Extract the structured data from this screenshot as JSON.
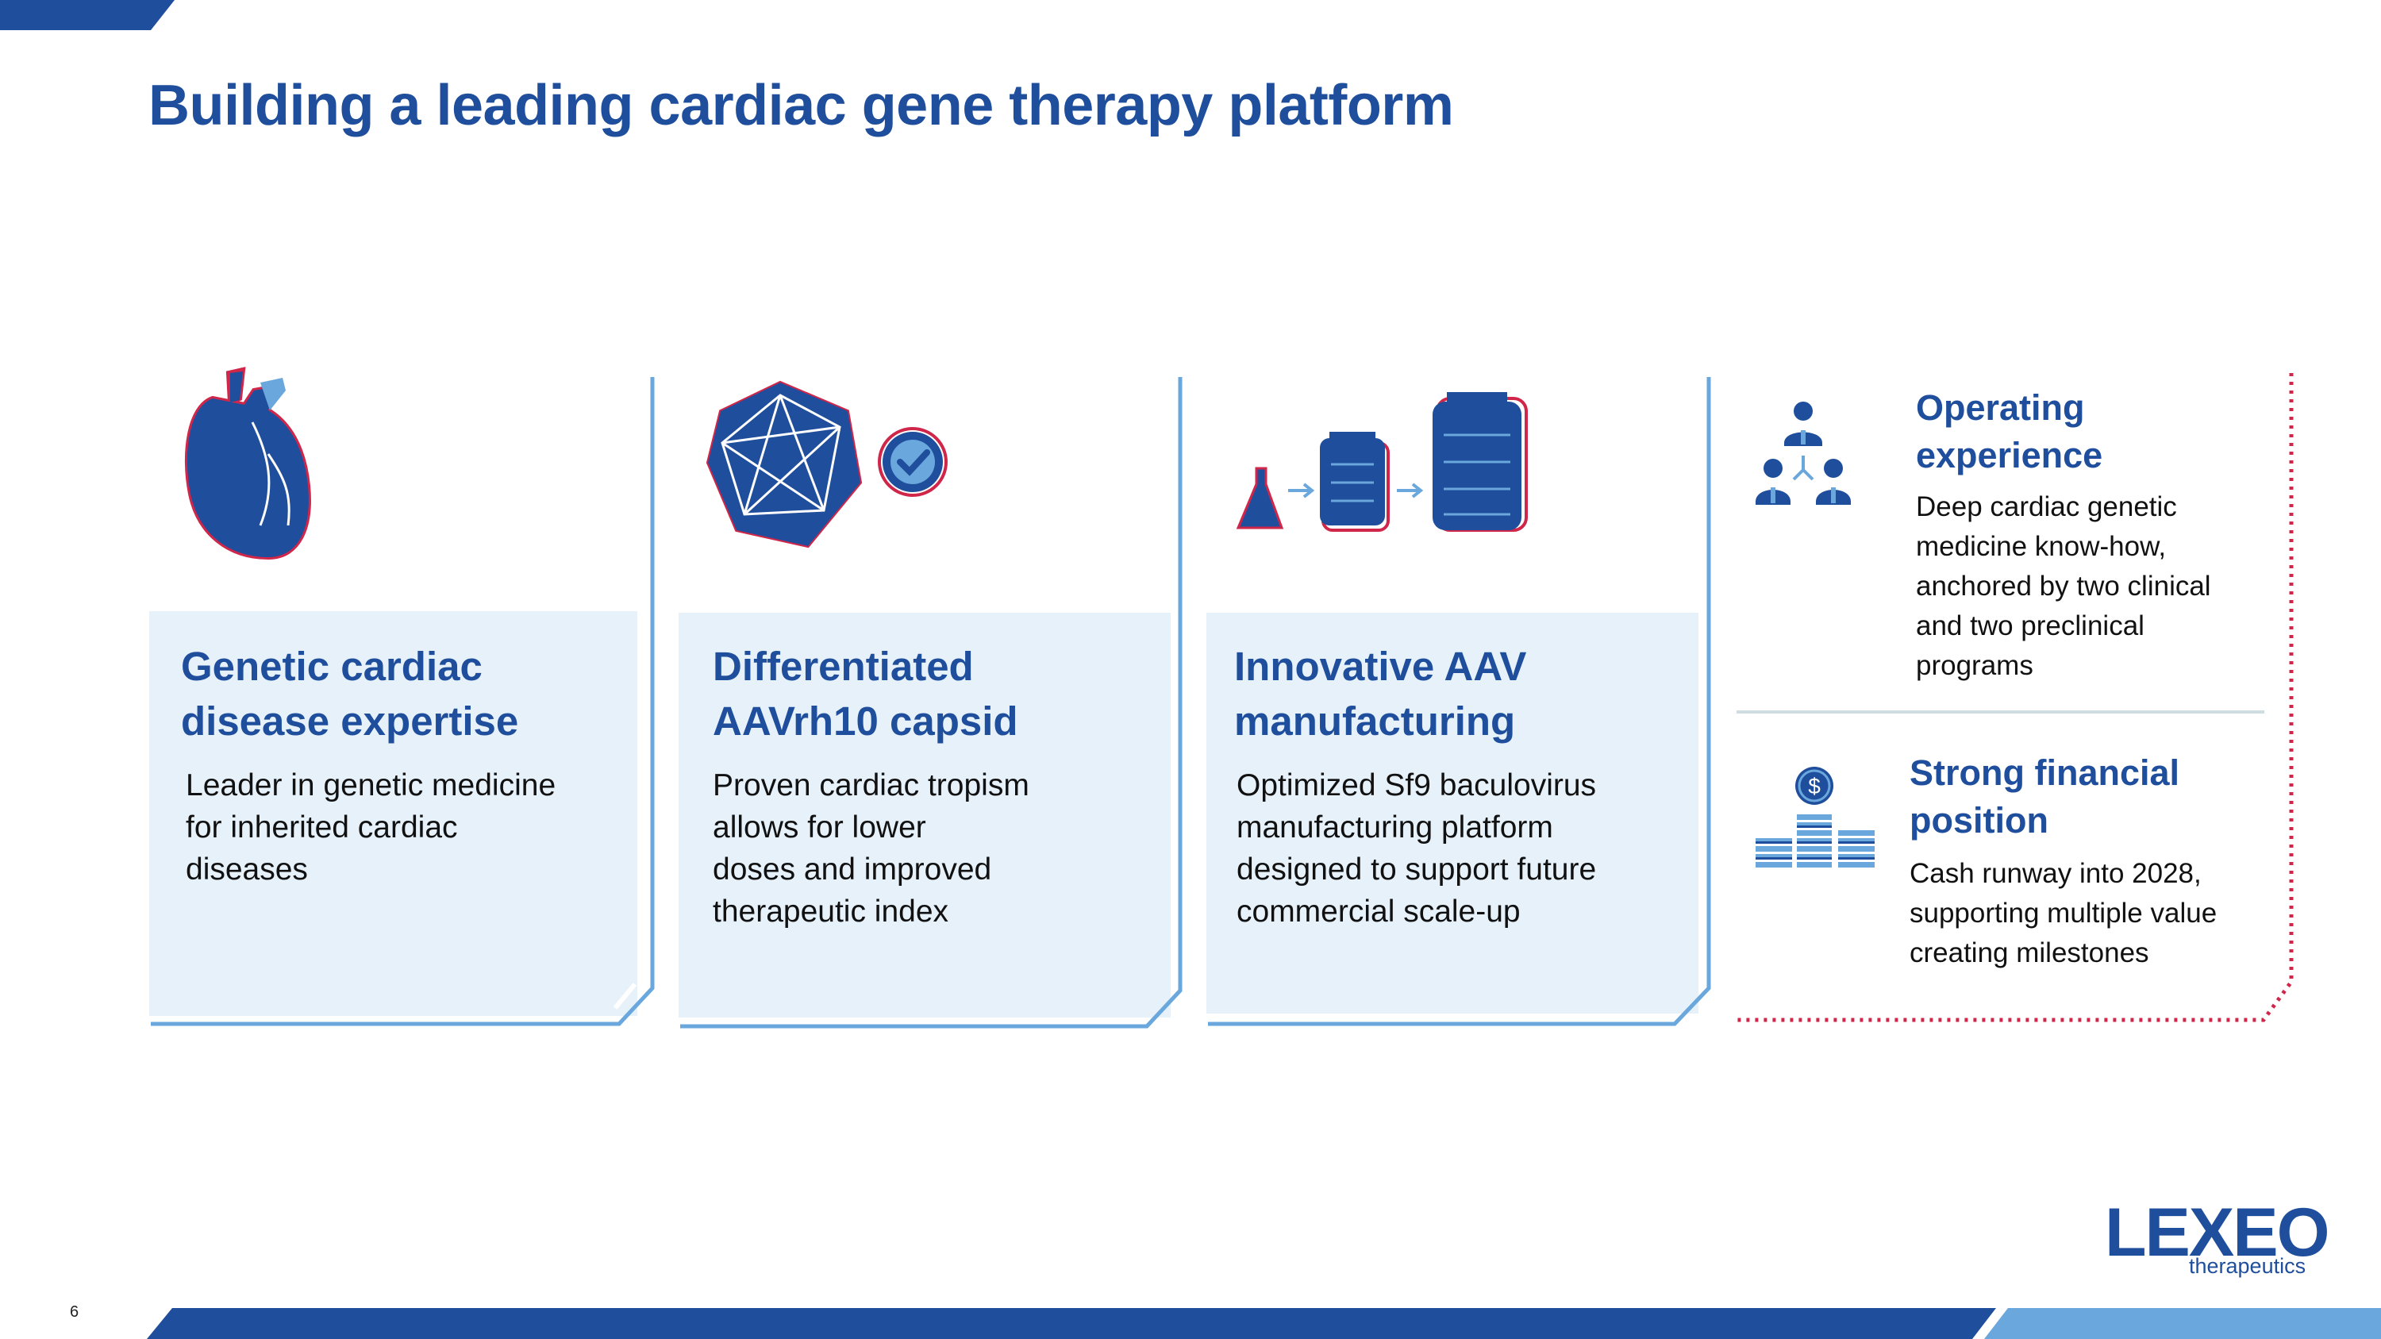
{
  "slide": {
    "title": "Building a leading cardiac gene therapy platform",
    "page_number": "6"
  },
  "cards": [
    {
      "icon": "heart-icon",
      "title": "Genetic cardiac\ndisease expertise",
      "body": "Leader in genetic medicine\nfor inherited cardiac\ndiseases"
    },
    {
      "icon": "capsid-icon",
      "title": "Differentiated\nAAVrh10 capsid",
      "body": "Proven cardiac tropism\nallows for lower\ndoses and improved\ntherapeutic index"
    },
    {
      "icon": "manufacturing-icon",
      "title": "Innovative AAV\nmanufacturing",
      "body": "Optimized Sf9 baculovirus\nmanufacturing platform\ndesigned to support future\ncommercial scale-up"
    }
  ],
  "side": [
    {
      "icon": "team-icon",
      "title": "Operating\nexperience",
      "body": "Deep cardiac genetic\nmedicine know-how,\nanchored by two clinical\nand two preclinical\nprograms"
    },
    {
      "icon": "money-icon",
      "title": "Strong financial\nposition",
      "body": "Cash runway into 2028,\nsupporting multiple value\ncreating milestones"
    }
  ],
  "logo": {
    "word": "LEXEO",
    "sub": "therapeutics"
  },
  "colors": {
    "primary": "#1f4e9c",
    "accent_red": "#d0264a",
    "light_blue": "#6aa7dd",
    "card_bg": "#e6f1fa"
  }
}
